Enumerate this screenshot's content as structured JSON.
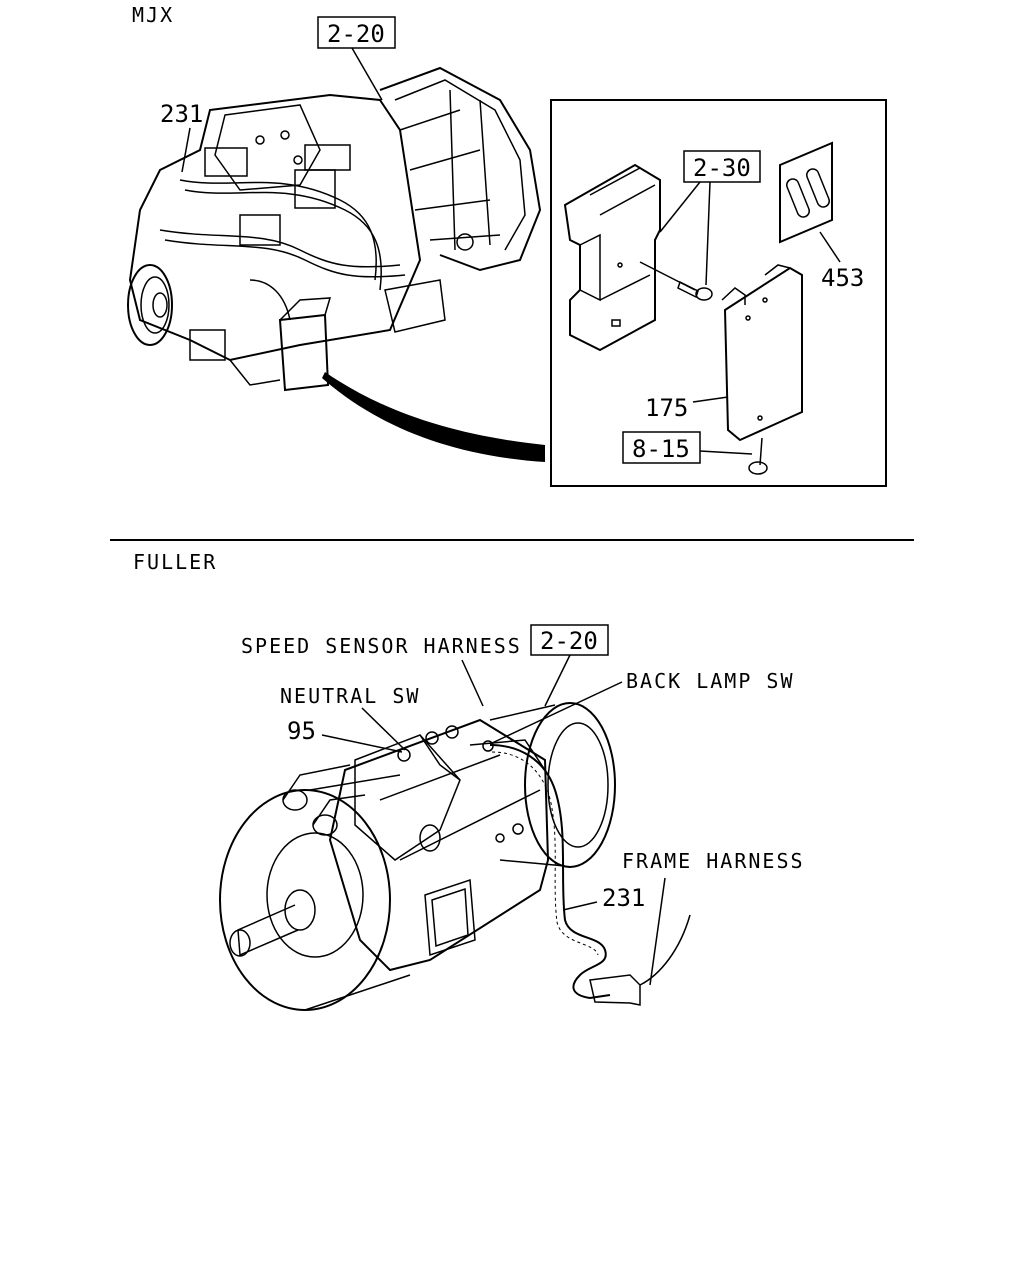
{
  "sections": {
    "top": "MJX",
    "bottom": "FULLER"
  },
  "mjx": {
    "ref_top": "2-20",
    "part_231": "231",
    "ref_bracket": "2-30",
    "part_453": "453",
    "part_175": "175",
    "ref_bolt": "8-15"
  },
  "fuller": {
    "ref_top": "2-20",
    "speed_sensor": "SPEED SENSOR HARNESS",
    "neutral_sw": "NEUTRAL SW",
    "part_95": "95",
    "back_lamp": "BACK LAMP SW",
    "frame_harness": "FRAME HARNESS",
    "part_231": "231"
  }
}
